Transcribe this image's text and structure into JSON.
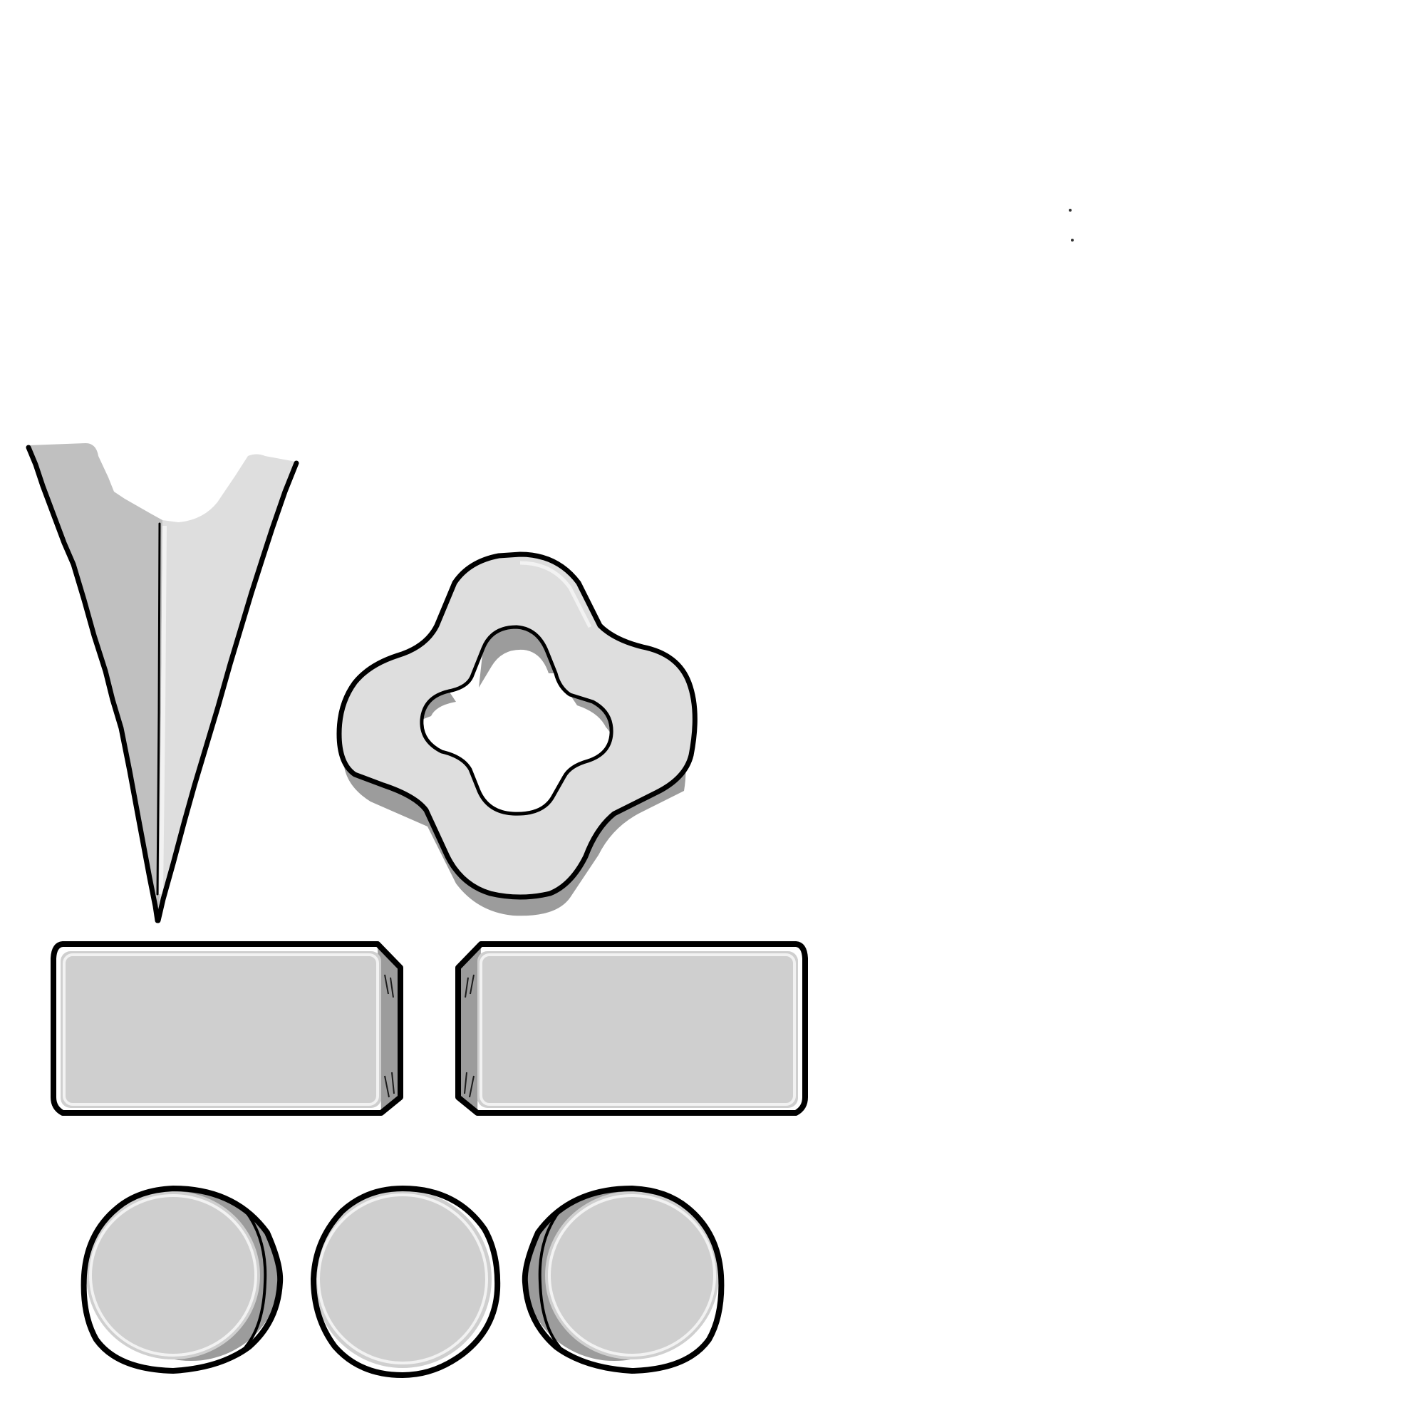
{
  "sheet": {
    "background": "#ffffff",
    "colors": {
      "outline": "#000000",
      "face_light": "#dedede",
      "face_mid": "#cfcfcf",
      "face_dark": "#c0c0c0",
      "side": "#9c9c9c",
      "highlight": "#f2f2f2"
    },
    "sprites": [
      {
        "name": "spike-shard-sprite",
        "kind": "shard"
      },
      {
        "name": "quatrefoil-ring-sprite",
        "kind": "ring"
      },
      {
        "name": "block-left-sprite",
        "kind": "block",
        "side_visible": "right"
      },
      {
        "name": "block-right-sprite",
        "kind": "block",
        "side_visible": "left"
      },
      {
        "name": "disc-left-sprite",
        "kind": "disc",
        "side_visible": "right"
      },
      {
        "name": "disc-center-sprite",
        "kind": "disc",
        "side_visible": "none"
      },
      {
        "name": "disc-right-sprite",
        "kind": "disc",
        "side_visible": "left"
      }
    ]
  }
}
